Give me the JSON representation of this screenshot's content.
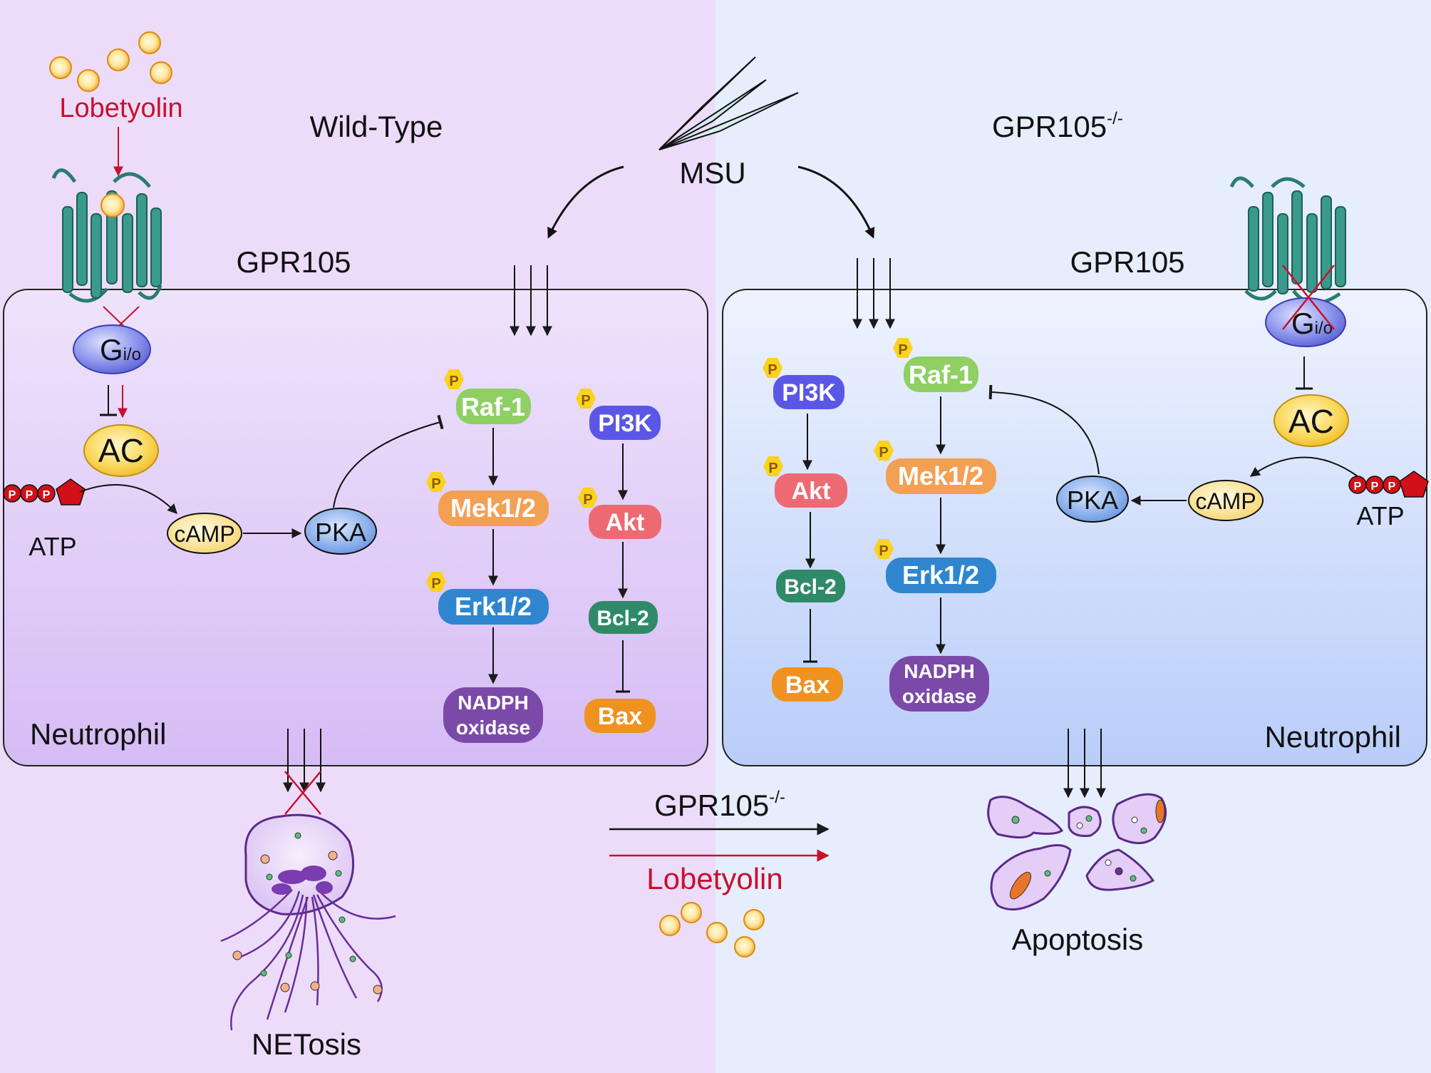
{
  "labels": {
    "lobetyolin_top": "Lobetyolin",
    "wild_type": "Wild-Type",
    "msu": "MSU",
    "gpr105_ko_title": "GPR105",
    "gpr105_ko_sup": "-/-",
    "gpr105_left": "GPR105",
    "gpr105_right": "GPR105",
    "neutrophil_left": "Neutrophil",
    "neutrophil_right": "Neutrophil",
    "netosis": "NETosis",
    "apoptosis": "Apoptosis",
    "legend_gpr105": "GPR105",
    "legend_gpr105_sup": "-/-",
    "legend_lobetyolin": "Lobetyolin",
    "gio_main": "G",
    "gio_sub": "i/o",
    "ac": "AC",
    "atp": "ATP",
    "ppp": "P",
    "camp": "cAMP",
    "pka": "PKA",
    "p": "P",
    "raf1": "Raf-1",
    "mek": "Mek1/2",
    "erk": "Erk1/2",
    "nadph_1": "NADPH",
    "nadph_2": "oxidase",
    "pi3k": "PI3K",
    "akt": "Akt",
    "bcl2": "Bcl-2",
    "bax": "Bax"
  },
  "colors": {
    "bg_left": "#ecdcf9",
    "bg_right": "#e6eefd",
    "inhibition_red": "#c8102e",
    "raf1": "#8fcf63",
    "mek": "#f2a054",
    "erk": "#2f86cf",
    "nadph": "#7b4aa8",
    "pi3k": "#5b57e6",
    "akt": "#ee6a72",
    "bcl2": "#2f8a68",
    "bax": "#f0921f",
    "phospho": "#fbd21e",
    "receptor": "#2f8a80",
    "gio": "#7f86e8",
    "ac": "#f8cd43",
    "camp": "#fadf7b",
    "pka": "#6d9ae3"
  }
}
